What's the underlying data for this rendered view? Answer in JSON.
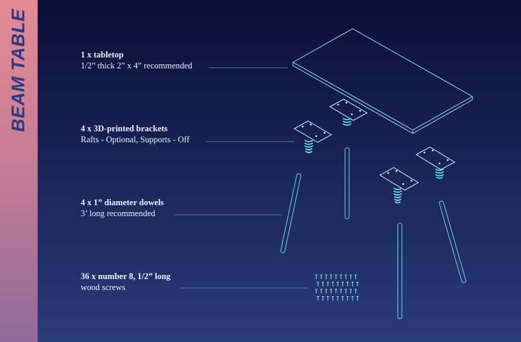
{
  "sidebar": {
    "title": "BEAM TABLE"
  },
  "parts": [
    {
      "title": "1 x tabletop",
      "subtitle": "1/2” thick 2” x 4” recommended"
    },
    {
      "title": "4 x 3D-printed brackets",
      "subtitle": "Rafts - Optional, Supports - Off"
    },
    {
      "title": "4 x 1” diameter dowels",
      "subtitle": "3’ long recommended"
    },
    {
      "title": "36 x number 8, 1/2” long",
      "subtitle": "wood screws"
    }
  ],
  "colors": {
    "line": "#8fe7f0",
    "text": "#e9f3ff",
    "sidebar_text": "#2a3a86"
  }
}
